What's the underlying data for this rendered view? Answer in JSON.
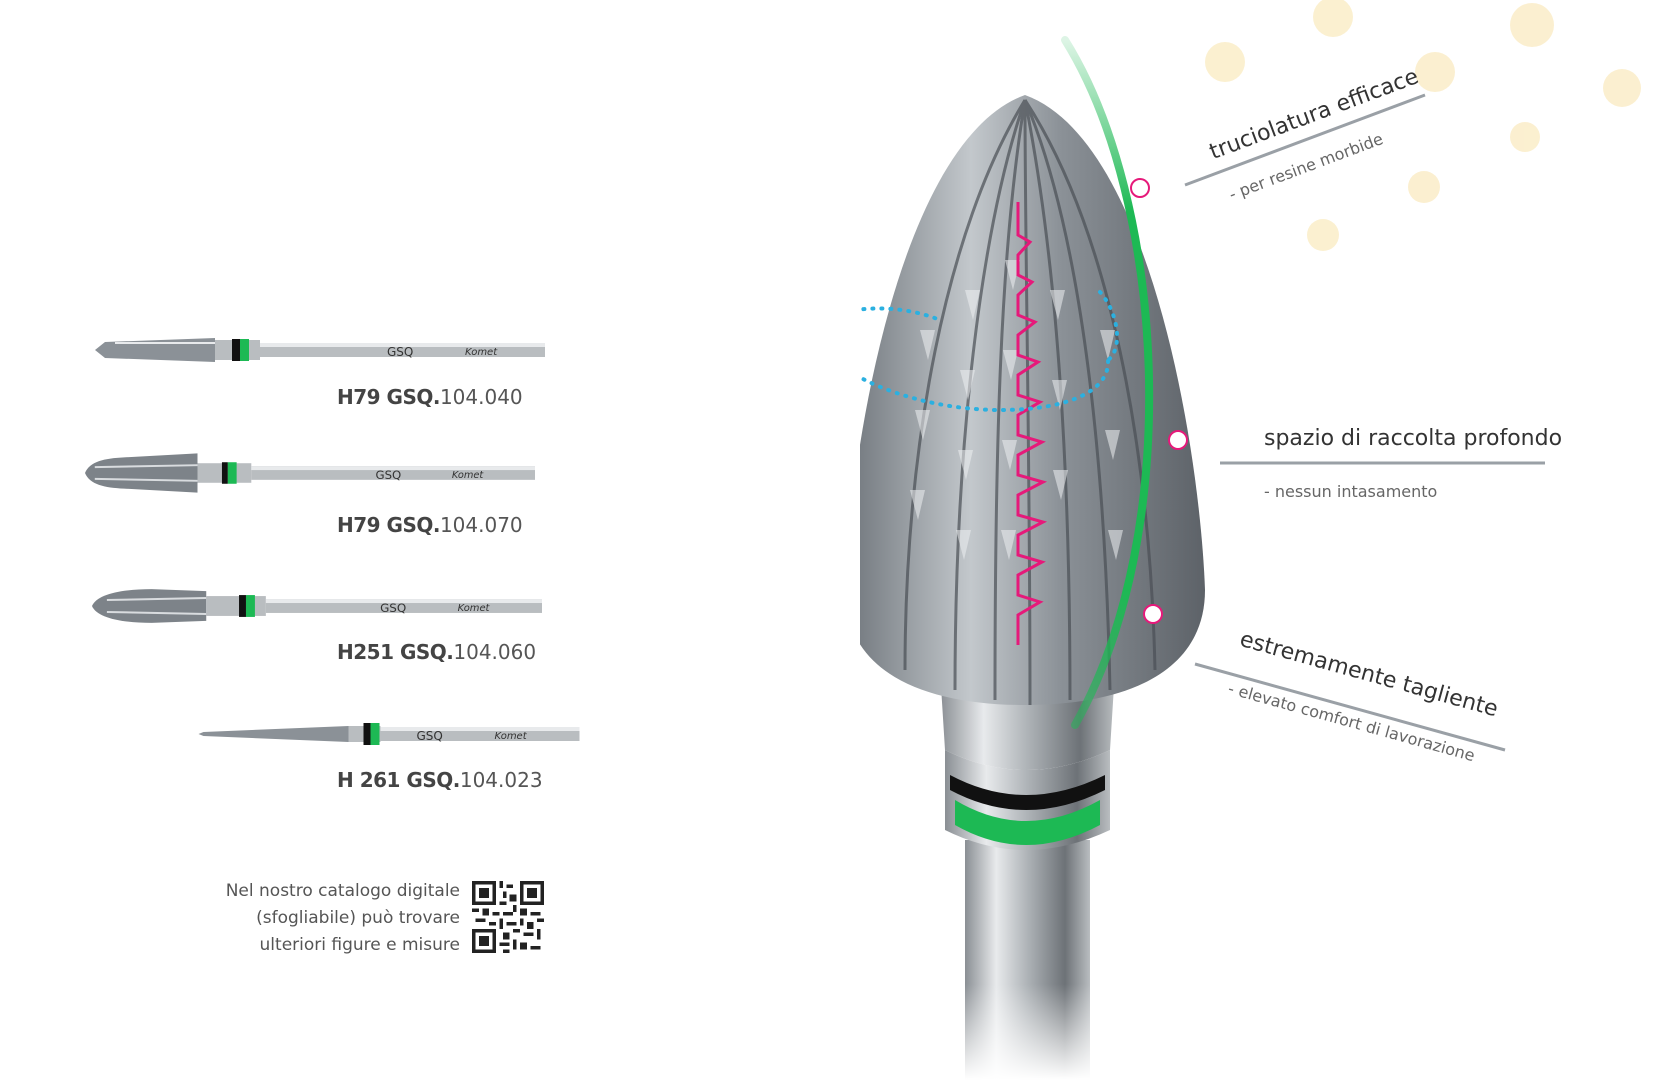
{
  "products": [
    {
      "code_bold": "H79 GSQ.",
      "code_rest": "104.040",
      "shank_label": "GSQ",
      "brand": "Komet"
    },
    {
      "code_bold": "H79 GSQ.",
      "code_rest": "104.070",
      "shank_label": "GSQ",
      "brand": "Komet"
    },
    {
      "code_bold": "H251 GSQ.",
      "code_rest": "104.060",
      "shank_label": "GSQ",
      "brand": "Komet"
    },
    {
      "code_bold": "H 261 GSQ.",
      "code_rest": "104.023",
      "shank_label": "GSQ",
      "brand": "Komet"
    }
  ],
  "catalog_note": {
    "line1": "Nel nostro catalogo digitale",
    "line2": "(sfogliabile) può trovare",
    "line3": "ulteriori figure e misure"
  },
  "features": [
    {
      "title": "truciolatura efficace",
      "subtitle": "- per resine morbide"
    },
    {
      "title": "spazio di raccolta profondo",
      "subtitle": "-  nessun intasamento"
    },
    {
      "title": "estremamente tagliente",
      "subtitle": "-  elevato comfort di lavorazione"
    }
  ],
  "colors": {
    "accent_green": "#1db954",
    "magenta": "#e6197a",
    "dotted_blue": "#2bb0e0",
    "gray_line": "#9aa0a6",
    "bubble": "#fbeecb"
  },
  "icons": [
    "qr-code-icon"
  ]
}
